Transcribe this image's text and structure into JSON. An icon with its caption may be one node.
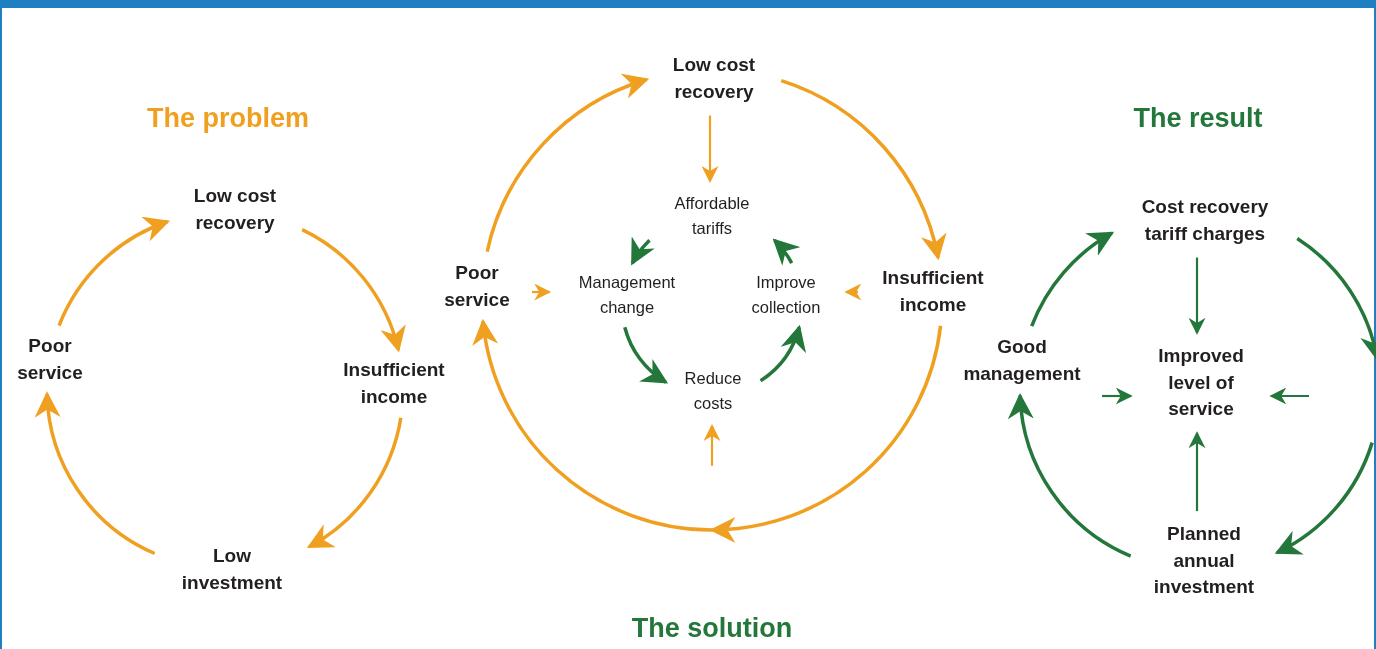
{
  "diagram": {
    "nodes": [
      {
        "text": [
          "Low cost recovery"
        ]
      },
      {
        "text": [
          "Insufficient income"
        ]
      },
      {
        "text": [
          "Low investment"
        ]
      },
      {
        "text": [
          "Poor service"
        ]
      },
      {
        "text": [
          "Low cost recovery"
        ]
      },
      {
        "text": [
          "Insufficient income"
        ]
      },
      {
        "text": [
          "The solution"
        ]
      },
      {
        "text": [
          "Poor service"
        ]
      },
      {
        "text": [
          "Affordable tariffs"
        ]
      },
      {
        "text": [
          "Management change"
        ]
      },
      {
        "text": [
          "Reduce costs"
        ]
      },
      {
        "text": [
          "Improve collection"
        ]
      },
      {
        "text": [
          "Cost recovery tariff charges"
        ]
      },
      {
        "text": [
          "Good management"
        ]
      },
      {
        "text": [
          "Improved level of service"
        ]
      },
      {
        "text": [
          "Planned annual investment"
        ]
      }
    ],
    "edges": [
      {
        "from": 3,
        "to": 0,
        "arrow": "to"
      },
      {
        "from": 0,
        "to": 1,
        "arrow": "to"
      },
      {
        "from": 1,
        "to": 2,
        "arrow": "to"
      },
      {
        "from": 2,
        "to": 3,
        "arrow": "to"
      },
      {
        "from": 7,
        "to": 4,
        "arrow": "to"
      },
      {
        "from": 4,
        "to": 5,
        "arrow": "to"
      },
      {
        "from": 5,
        "to": 6,
        "arrow": "to"
      },
      {
        "from": 6,
        "to": 7,
        "arrow": "to"
      },
      {
        "from": 4,
        "to": 8,
        "arrow": "to"
      },
      {
        "from": 7,
        "to": 9,
        "arrow": "to"
      },
      {
        "from": 5,
        "to": 11,
        "arrow": "to"
      },
      {
        "from": null,
        "to": 10,
        "arrow": "to"
      },
      {
        "from": 8,
        "to": 9,
        "arrow": "to",
        "color": "#24773a"
      },
      {
        "from": 9,
        "to": 10,
        "arrow": "to",
        "color": "#24773a"
      },
      {
        "from": 10,
        "to": 11,
        "arrow": "to",
        "color": "#24773a"
      },
      {
        "from": 11,
        "to": 8,
        "arrow": "to",
        "color": "#24773a"
      },
      {
        "from": 13,
        "to": 12,
        "arrow": "to",
        "color": "#24773a"
      },
      {
        "from": 12,
        "to": null,
        "arrow": "to",
        "color": "#24773a"
      },
      {
        "from": null,
        "to": 15,
        "arrow": "to",
        "color": "#24773a"
      },
      {
        "from": 15,
        "to": 13,
        "arrow": "to",
        "color": "#24773a"
      },
      {
        "from": 12,
        "to": 14,
        "arrow": "to",
        "color": "#24773a"
      },
      {
        "from": 13,
        "to": 14,
        "arrow": "to",
        "color": "#24773a"
      },
      {
        "from": null,
        "to": 14,
        "arrow": "to",
        "color": "#24773a"
      },
      {
        "from": 15,
        "to": 14,
        "arrow": "to",
        "color": "#24773a"
      }
    ],
    "labels": [
      "The problem",
      "The result"
    ]
  }
}
